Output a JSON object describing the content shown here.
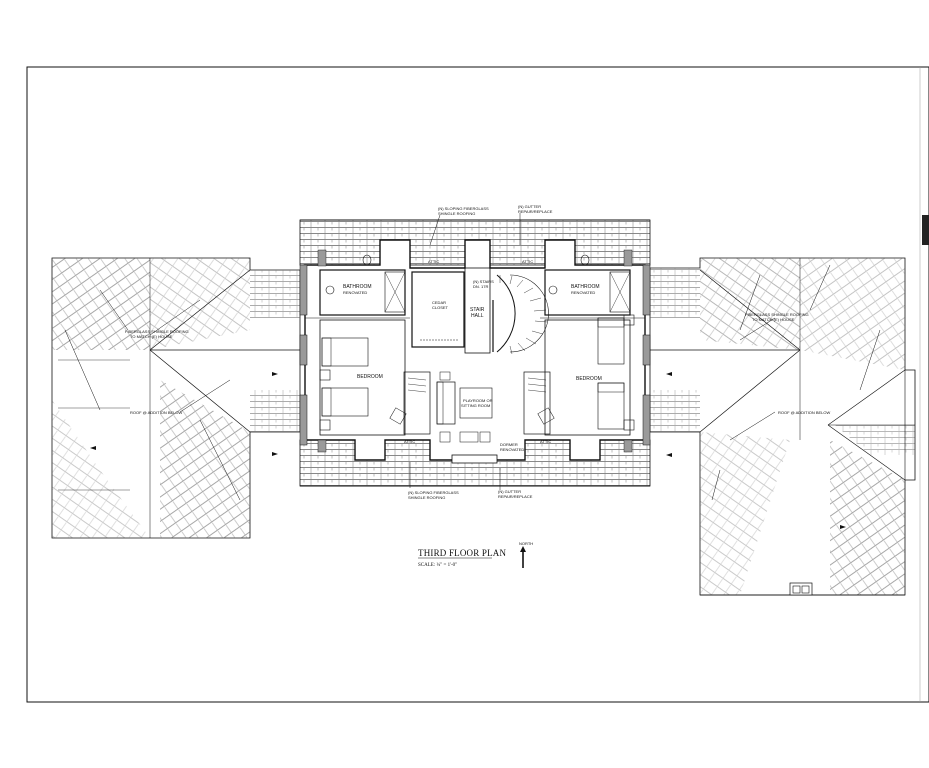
{
  "plan": {
    "title": "THIRD FLOOR PLAN",
    "scale": "SCALE: ¼\" = 1'-0\"",
    "north_label": "NORTH"
  },
  "rooms": {
    "bathroom_left": "BATHROOM",
    "bathroom_left_sub": "RENOVATED",
    "bathroom_right": "BATHROOM",
    "bathroom_right_sub": "RENOVATED",
    "bedroom_left": "BEDROOM",
    "bedroom_right": "BEDROOM",
    "cedar_closet_1": "CEDAR",
    "cedar_closet_2": "CLOSET",
    "stair_hall_1": "STAIR",
    "stair_hall_2": "HALL",
    "playroom_1": "PLAYROOM OR",
    "playroom_2": "SITTING ROOM",
    "attic_top_left": "ATTIC",
    "attic_top_right": "ATTIC",
    "attic_bottom_left": "ATTIC",
    "attic_bottom_right": "ATTIC",
    "stairs_note_1": "(N) STAIRS",
    "stairs_note_2": "DN. 17R",
    "dormer_note_1": "DORMER",
    "dormer_note_2": "RENOVATED"
  },
  "notes": {
    "top_roof_1": "(N) SLOPING FIBERGLASS",
    "top_roof_2": "SHINGLE ROOFING",
    "top_gutter_1": "(N) GUTTER",
    "top_gutter_2": "REPAIR/REPLACE",
    "bottom_roof_1": "(N) SLOPING FIBERGLASS",
    "bottom_roof_2": "SHINGLE ROOFING",
    "bottom_gutter_1": "(N) GUTTER",
    "bottom_gutter_2": "REPAIR/REPLACE",
    "left_shingle_1": "FIBERGLASS SHINGLE ROOFING",
    "left_shingle_2": "TO MATCH (E) HOUSE",
    "right_shingle_1": "FIBERGLASS SHINGLE ROOFING",
    "right_shingle_2": "TO MATCH (E) HOUSE",
    "left_roof_below": "ROOF @ ADDITION BELOW",
    "right_roof_below": "ROOF @ ADDITION BELOW"
  },
  "colors": {
    "ink": "#111111",
    "wall_fill": "#9a9a9a",
    "hatch": "#555555",
    "paper": "#ffffff"
  }
}
